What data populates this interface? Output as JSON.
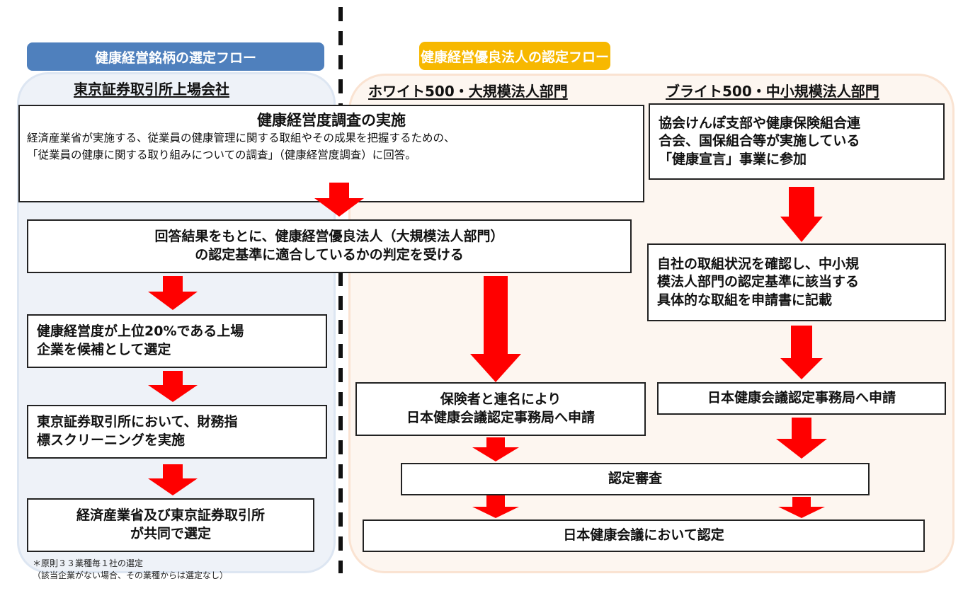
{
  "left_flow": {
    "header": "健康経営銘柄の選定フロー",
    "subheader": "東京証券取引所上場会社",
    "steps": [
      {
        "text_lines": [
          "健康経営度が上位20%である上場",
          "企業を候補として選定"
        ]
      },
      {
        "text_lines": [
          "東京証券取引所において、財務指",
          "標スクリーニングを実施"
        ]
      },
      {
        "text_lines": [
          "経済産業省及び東京証券取引所",
          "が共同で選定"
        ]
      }
    ],
    "note_lines": [
      "＊原則３３業種毎１社の選定",
      "（該当企業がない場合、その業種からは選定なし）"
    ]
  },
  "shared_steps": {
    "survey": {
      "title": "健康経営度調査の実施",
      "body_lines": [
        "経済産業省が実施する、従業員の健康管理に関する取組やその成果を把握するための、",
        "「従業員の健康に関する取り組みについての調査」（健康経営度調査）に回答。"
      ]
    },
    "judgement": {
      "text_lines": [
        "回答結果をもとに、健康経営優良法人（大規模法人部門）",
        "の認定基準に適合しているかの判定を受ける"
      ]
    }
  },
  "right_flow": {
    "header": "健康経営優良法人の認定フロー",
    "large_corp": {
      "subheader": "ホワイト500・大規模法人部門",
      "apply_lines": [
        "保険者と連名により",
        "日本健康会議認定事務局へ申請"
      ]
    },
    "sme": {
      "subheader": "ブライト500・中小規模法人部門",
      "step1_lines": [
        "協会けんぽ支部や健康保険組合連",
        "合会、国保組合等が実施している",
        "「健康宣言」事業に参加"
      ],
      "step2_lines": [
        "自社の取組状況を確認し、中小規",
        "模法人部門の認定基準に該当する",
        "具体的な取組を申請書に記載"
      ],
      "apply": "日本健康会議認定事務局へ申請"
    },
    "review": "認定審査",
    "certification": "日本健康会議において認定"
  },
  "colors": {
    "left_header": "#4f80bd",
    "right_header": "#f7b800",
    "arrow": "#ff0000",
    "left_panel_bg": "#eef2f8",
    "right_panel_bg": "#fdf6f0"
  }
}
